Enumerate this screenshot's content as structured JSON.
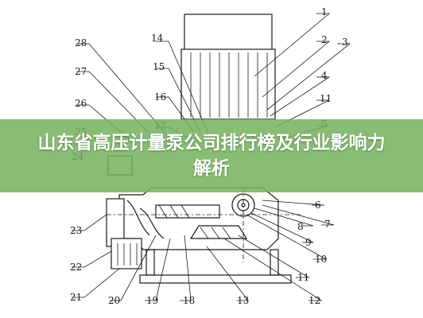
{
  "banner": {
    "title": "山东省高压计量泵公司排行榜及行业影响力解析"
  },
  "callouts": {
    "c1": "1",
    "c2": "2",
    "c3": "3",
    "c4": "4",
    "c5": "5",
    "c6": "6",
    "c7": "7",
    "c8": "8",
    "c9": "9",
    "c10": "10",
    "c11a": "11",
    "c11b": "11",
    "c12": "12",
    "c13": "13",
    "c14": "14",
    "c15": "15",
    "c16": "16",
    "c17": "17",
    "c18": "18",
    "c19": "19",
    "c20": "20",
    "c21": "21",
    "c22": "22",
    "c23": "23",
    "c24": "24",
    "c25": "25",
    "c26": "26",
    "c27": "27",
    "c28": "28"
  },
  "colors": {
    "banner_background": "#74b25c",
    "line": "#1a1a1a"
  }
}
